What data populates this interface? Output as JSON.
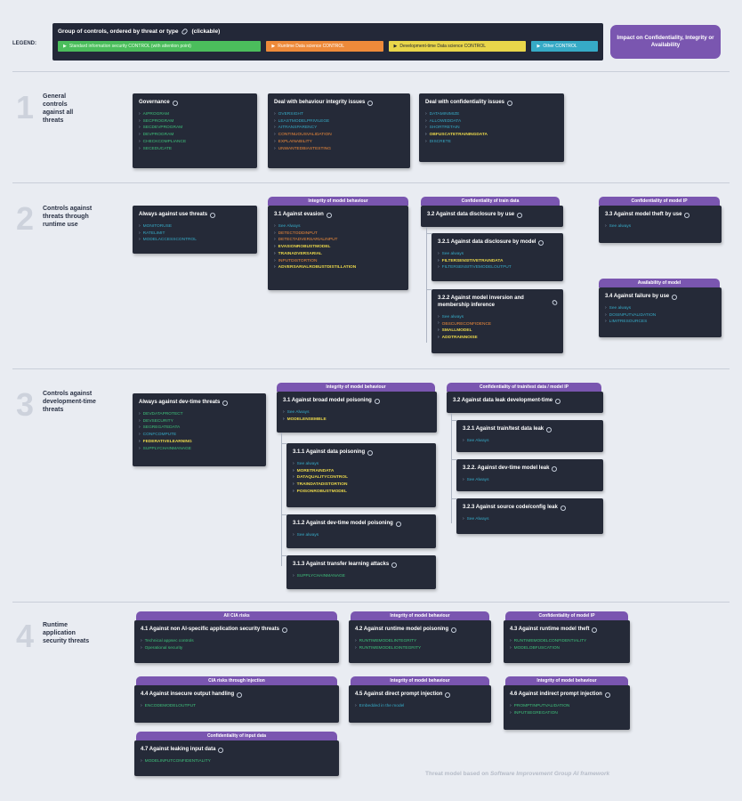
{
  "legend": {
    "label": "LEGEND:",
    "title": "Group of controls, ordered by threat or type",
    "clickable": "(clickable)",
    "chips": [
      {
        "text": "Standard information security CONTROL (with attention point)",
        "color": "#4bbd5c"
      },
      {
        "text": "Runtime Data science CONTROL",
        "color": "#ee8a3a"
      },
      {
        "text": "Development-time Data science CONTROL",
        "color": "#e9d64a"
      },
      {
        "text": "Other CONTROL",
        "color": "#36aac6"
      }
    ],
    "impact": "Impact on Confidentiality, Integrity or Availability"
  },
  "sections": [
    {
      "num": "1",
      "title": "General controls against all threats"
    },
    {
      "num": "2",
      "title": "Controls against threats through runtime use"
    },
    {
      "num": "3",
      "title": "Controls against development-time threats"
    },
    {
      "num": "4",
      "title": "Runtime application security threats"
    }
  ],
  "s1": {
    "governance": {
      "title": "Governance",
      "items": [
        "AIPROGRAM",
        "SECPROGRAM",
        "SECDEVPROGRAM",
        "DEVPROGRAM",
        "CHECKCOMPLIANCE",
        "SECEDUCATE"
      ]
    },
    "behaviour": {
      "title": "Deal with behaviour integrity issues",
      "items": [
        "OVERSIGHT",
        "LEASTMODELPRIVILEGE",
        "AITRANSPARENCY",
        "CONTINUOUSVALIDATION",
        "EXPLAINABILITY",
        "UNWANTEDBIASTESTING"
      ]
    },
    "confidentiality": {
      "title": "Deal with confidentiality issues",
      "items": [
        "DATAMINIMIZE",
        "ALLOWEDDATA",
        "SHORTRETAIN",
        "OBFUSCATETRAININGDATA",
        "DISCRETE"
      ]
    }
  },
  "s2": {
    "always": {
      "title": "Always against use threats",
      "items": [
        "MONITORUSE",
        "RATELIMIT",
        "MODELACCESSCONTROL"
      ]
    },
    "evasion_tab": "Integrity of model behaviour",
    "evasion": {
      "title": "3.1 Against evasion",
      "items": [
        "See Always",
        "DETECTODDINPUT",
        "DETECTADVERSARIALINPUT",
        "EVASIONROBUSTMODEL",
        "TRAINADVERSARIAL",
        "INPUTDISTORTION",
        "ADVERSARIALROBUSTDISTILLATION"
      ]
    },
    "disclosure_tab": "Confidentiality of train data",
    "disclosure": {
      "title": "3.2 Against data disclosure by use"
    },
    "disclosure_model": {
      "title": "3.2.1 Against data disclosure by model",
      "items": [
        "See always",
        "FILTERSENSITIVETRAINDATA",
        "FILTERSENSITIVEMODELOUTPUT"
      ]
    },
    "inversion": {
      "title": "3.2.2 Against model inversion and membership inference",
      "items": [
        "See always",
        "OBSCURECONFIDENCE",
        "SMALLMODEL",
        "ADDTRAINNOISE"
      ]
    },
    "theft_tab": "Confidentiality of model IP",
    "theft": {
      "title": "3.3 Against model theft by use",
      "items": [
        "See always"
      ]
    },
    "failure_tab": "Availability of model",
    "failure": {
      "title": "3.4 Against failure by use",
      "items": [
        "See always",
        "DOSINPUTVALIDATION",
        "LIMITRESOURCES"
      ]
    }
  },
  "s3": {
    "always": {
      "title": "Always against dev-time threats",
      "items": [
        "DEVDATAPROTECT",
        "DEVSECURITY",
        "SEGREGATEDATA",
        "CONFCOMPUTE",
        "FEDERATIVELEARNING",
        "SUPPLYCHAINMANAGE"
      ]
    },
    "poison_tab": "Integrity of model behaviour",
    "poison": {
      "title": "3.1 Against broad model poisoning",
      "items": [
        "See Always",
        "MODELENSEMBLE"
      ]
    },
    "data_poison": {
      "title": "3.1.1 Against data poisoning",
      "items": [
        "See always",
        "MORETRAINDATA",
        "DATAQUALITYCONTROL",
        "TRAINDATADISTORTION",
        "POISONROBUSTMODEL"
      ]
    },
    "devtime_poison": {
      "title": "3.1.2 Against dev-time model poisoning",
      "items": [
        "See always"
      ]
    },
    "transfer": {
      "title": "3.1.3 Against transfer learning attacks",
      "items": [
        "SUPPLYCHAINMANAGE"
      ]
    },
    "leak_tab": "Confidentiality of train/test data / model IP",
    "leak": {
      "title": "3.2 Against data leak development-time"
    },
    "train_leak": {
      "title": "3.2.1 Against train/test data leak",
      "items": [
        "See Always"
      ]
    },
    "model_leak": {
      "title": "3.2.2. Against dev-time model leak",
      "items": [
        "See Always"
      ]
    },
    "source_leak": {
      "title": "3.2.3 Against source code/config leak",
      "items": [
        "See Always"
      ]
    }
  },
  "s4": {
    "nonai_tab": "All CIA risks",
    "nonai": {
      "title": "4.1 Against non AI-specific application security threats",
      "items": [
        "Technical appsec controls",
        "Operational security"
      ]
    },
    "rmp_tab": "Integrity of model behaviour",
    "rmp": {
      "title": "4.2 Against runtime model poisoning",
      "items": [
        "RUNTIMEMODELINTEGRITY",
        "RUNTIMEMODELIOINTEGRITY"
      ]
    },
    "rmt_tab": "Confidentiality of model IP",
    "rmt": {
      "title": "4.3 Against runtime model theft",
      "items": [
        "RUNTIMEMODELCONFIDENTIALITY",
        "MODELOBFUSCATION"
      ]
    },
    "output_tab": "CIA risks through injection",
    "output": {
      "title": "4.4 Against insecure output handling",
      "items": [
        "ENCODEMODELOUTPUT"
      ]
    },
    "dpi_tab": "Integrity of model behaviour",
    "dpi": {
      "title": "4.5 Against direct prompt injection",
      "items": [
        "Embedded in the model"
      ]
    },
    "ipi_tab": "Integrity of model behaviour",
    "ipi": {
      "title": "4.6 Against indirect prompt injection",
      "items": [
        "PROMPTINPUTVALIDATION",
        "INPUTSEGREGATION"
      ]
    },
    "leak_tab": "Confidentiality of input data",
    "leak": {
      "title": "4.7 Against leaking input data",
      "items": [
        "MODELINPUTCONFIDENTIALITY"
      ]
    }
  },
  "footer": {
    "prefix": "Threat model based on ",
    "em": "Software Improvement Group AI framework"
  },
  "colors": {
    "green": "#3ec07a",
    "orange": "#ee8a3a",
    "yellow": "#e9d64a",
    "cyan": "#36aac6",
    "purple": "#7a56b0",
    "box": "#252a38"
  }
}
